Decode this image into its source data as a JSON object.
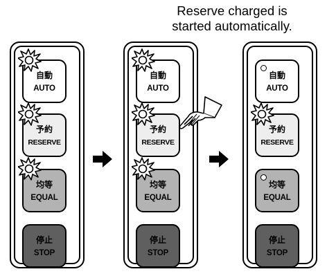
{
  "caption": {
    "line1": "Reserve charged is",
    "line2": "started automatically."
  },
  "buttons": {
    "auto": {
      "jp": "自動",
      "en": "AUTO"
    },
    "reserve": {
      "jp": "予約",
      "en": "RESERVE"
    },
    "equal": {
      "jp": "均等",
      "en": "EQUAL"
    },
    "stop": {
      "jp": "停止",
      "en": "STOP"
    }
  },
  "panels": [
    {
      "name": "panel-1",
      "auto_lit": true,
      "reserve_lit": true,
      "equal_lit": true
    },
    {
      "name": "panel-2",
      "auto_lit": true,
      "reserve_lit": true,
      "equal_lit": true,
      "hand": true
    },
    {
      "name": "panel-3",
      "auto_lit": false,
      "reserve_lit": true,
      "equal_lit": false
    }
  ],
  "icons": [
    "flash-indicator-icon",
    "led-off-icon",
    "arrow-right-icon",
    "pointing-hand-icon"
  ]
}
